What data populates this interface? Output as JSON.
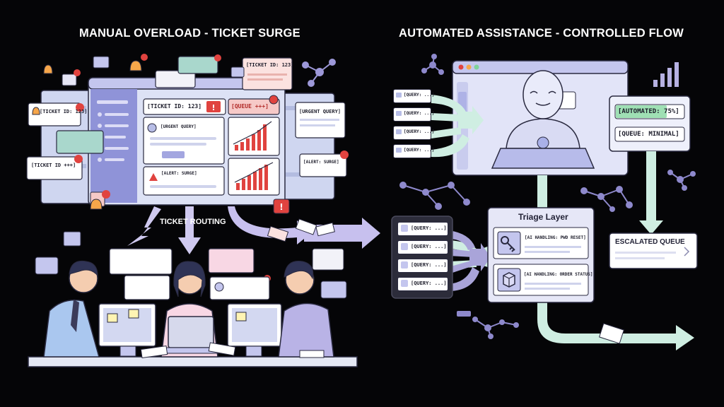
{
  "left": {
    "title": "MANUAL OVERLOAD - TICKET SURGE",
    "panel": {
      "ticket_label": "[TICKET ID: 123]",
      "queue_label": "[QUEUE +++]",
      "urgent_label": "[URGENT QUERY]",
      "alert_label": "[ALERT: SURGE]"
    },
    "floating": {
      "ticket_top": "[TICKET ID: 123]",
      "ticket_left": "[TICKET ID: 123]",
      "ticket_bottom_left": "[TICKET ID +++]",
      "urgent_right": "[URGENT QUERY]",
      "alert_right": "[ALERT: SURGE]"
    },
    "routing_label": "TICKET ROUTING"
  },
  "right": {
    "title": "AUTOMATED ASSISTANCE - CONTROLLED FLOW",
    "incoming_queries": [
      "[QUERY: ...]",
      "[QUERY: ...]",
      "[QUERY: ...]",
      "[QUERY: ...]"
    ],
    "stack_queries": [
      "[QUERY: ...]",
      "[QUERY: ...]",
      "[QUERY: ...]",
      "[QUERY: ...]"
    ],
    "status": {
      "automated": "[AUTOMATED: 75%]",
      "queue": "[QUEUE: MINIMAL]"
    },
    "triage": {
      "title": "Triage Layer",
      "items": [
        "[AI HANDLING: PWD RESET]",
        "[AI HANDLING: ORDER STATUS]"
      ]
    },
    "escalated": "ESCALATED QUEUE"
  },
  "colors": {
    "background": "#050507",
    "lavender": "#b9b3e6",
    "mint": "#bfe5d6",
    "alert_red": "#e0433f",
    "automated_green": "#7fd39a"
  }
}
